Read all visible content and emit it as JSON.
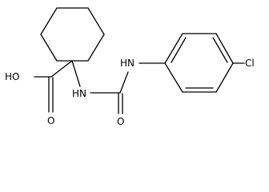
{
  "structure": {
    "atoms": {
      "hydroxyl": "HO",
      "carbonyl_oxygen_acid": "O",
      "amide_nh_left": "HN",
      "amide_nh_right": "HN",
      "urea_oxygen": "O",
      "chlorine": "Cl"
    },
    "colors": {
      "bond": "#000000",
      "text": "#000000",
      "background": "#ffffff"
    }
  }
}
